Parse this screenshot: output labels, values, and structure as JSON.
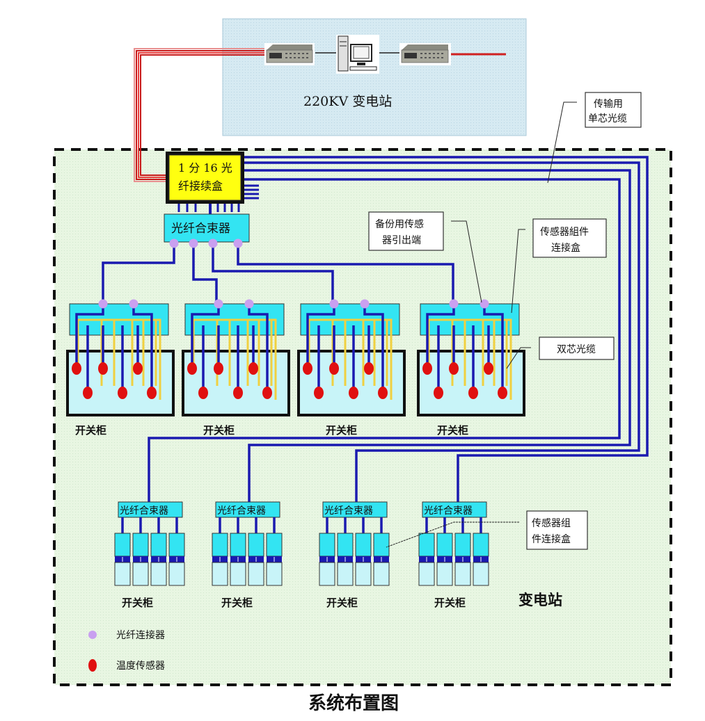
{
  "substation_220kv": {
    "label": "220KV 变电站",
    "devices": [
      "left-demodulator",
      "computer",
      "right-demodulator"
    ]
  },
  "splice_box": {
    "line1": "1 分 16 光",
    "line2": "纤接续盒"
  },
  "combiner_label": "光纤合束器",
  "cabinet_label": "开关柜",
  "substation_label": "变电站",
  "callouts": {
    "transmission_cable": [
      "传输用",
      "单芯光缆"
    ],
    "backup_sensor": [
      "备份用传感",
      "器引出端"
    ],
    "sensor_box_top": [
      "传感器組件",
      "连接盒"
    ],
    "dual_core": [
      "双芯光缆"
    ],
    "sensor_box_bottom": [
      "传感器组",
      "件连接盒"
    ]
  },
  "legend": [
    {
      "symbol": "fiber-connector",
      "label": "光纤连接器",
      "color": "#c9a0f0"
    },
    {
      "symbol": "temperature-sensor",
      "label": "温度传感器",
      "color": "#e01010"
    }
  ],
  "caption": "系统布置图",
  "colors": {
    "fiber_blue": "#1010b0",
    "fiber_red": "#e02020",
    "box_cyan": "#33e0f0",
    "cabinet_fill": "#c8f4f8",
    "yellow": "#ffff00",
    "bg_green": "#e6f6e0",
    "bg_blue": "#d4e8f0"
  }
}
